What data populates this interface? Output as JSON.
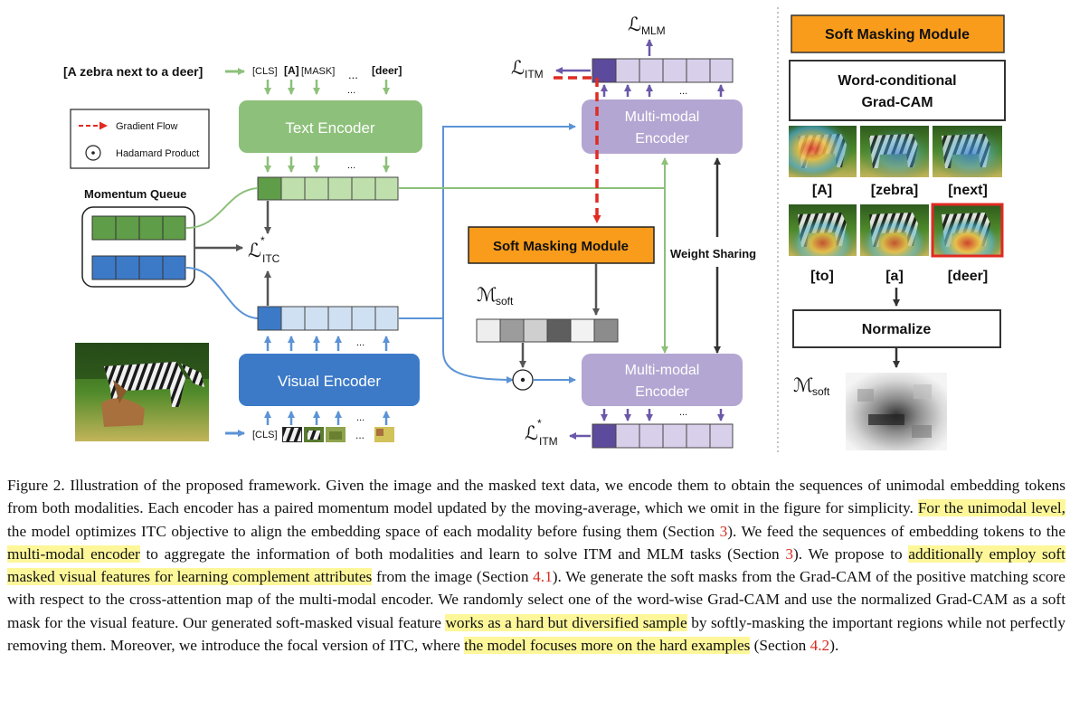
{
  "diagram": {
    "input_text": "[A zebra next to a deer]",
    "text_tokens": [
      "[CLS]",
      "[A]",
      "[MASK]",
      "...",
      "[deer]"
    ],
    "visual_tokens": [
      "[CLS]",
      "..."
    ],
    "text_encoder": "Text Encoder",
    "visual_encoder": "Visual Encoder",
    "mm_encoder_top": [
      "Multi-modal",
      "Encoder"
    ],
    "mm_encoder_bottom": [
      "Multi-modal",
      "Encoder"
    ],
    "legend": {
      "gradient": "Gradient Flow",
      "hadamard": "Hadamard Product"
    },
    "momentum_queue": "Momentum Queue",
    "soft_masking": "Soft Masking Module",
    "weight_sharing": "Weight Sharing",
    "ellipsis": "...",
    "loss_mlm": "MLM",
    "loss_itm": "ITM",
    "loss_itc": "ITC",
    "m_soft": "soft",
    "right_panel": {
      "title": "Soft Masking Module",
      "gradcam_title": [
        "Word-conditional",
        "Grad-CAM"
      ],
      "words_row1": [
        "[A]",
        "[zebra]",
        "[next]"
      ],
      "words_row2": [
        "[to]",
        "[a]",
        "[deer]"
      ],
      "normalize": "Normalize"
    },
    "colors": {
      "orange": "#f99c1c",
      "green": "#8dc07a",
      "green_dark": "#5f9d48",
      "blue": "#3c7ac8",
      "blue_light": "#cfe0f2",
      "purple": "#b3a6d2",
      "purple_dark": "#5c4a9c",
      "red": "#e02a22"
    }
  },
  "caption": {
    "label": "Figure 2.",
    "s1": " Illustration of the proposed framework. Given the image and the masked text data, we encode them to obtain the sequences of unimodal embedding tokens from both modalities. Each encoder has a paired momentum model updated by the moving-average, which we omit in the figure for simplicity. ",
    "h1": "For the unimodal level,",
    "s2": " the model optimizes ITC objective to align the embedding space of each modality before fusing them (Section ",
    "r1": "3",
    "s3": "). We feed the sequences of embedding tokens to the ",
    "h2": "multi-modal encoder",
    "s4": " to aggregate the information of both modalities and learn to solve ITM and MLM tasks (Section ",
    "r2": "3",
    "s5": "). We propose to ",
    "h3": "additionally employ soft masked visual features for learning complement attributes",
    "s6": " from the image (Section ",
    "r3": "4.1",
    "s7": "). We generate the soft masks from the Grad-CAM of the positive matching score with respect to the cross-attention map of the multi-modal encoder. We randomly select one of the word-wise Grad-CAM and use the normalized Grad-CAM as a soft mask for the visual feature. Our generated soft-masked visual feature ",
    "h4": "works as a hard but diversified sample",
    "s8": " by softly-masking the important regions while not perfectly removing them. Moreover, we introduce the focal version of ITC, where ",
    "h5": "the model focuses more on the hard examples",
    "s9": " (Section ",
    "r4": "4.2",
    "s10": ")."
  }
}
